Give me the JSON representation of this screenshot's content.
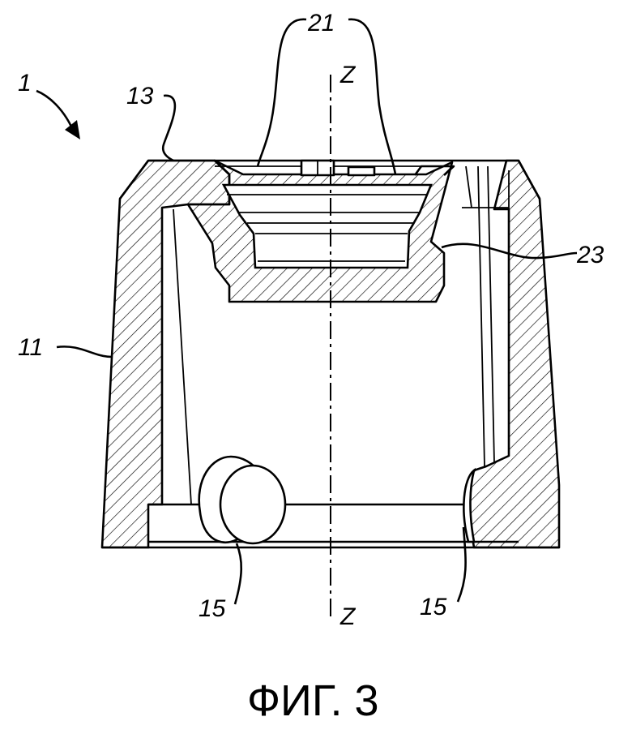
{
  "figure": {
    "caption": "ФИГ. 3"
  },
  "labels": {
    "assembly": "1",
    "body": "11",
    "top_face": "13",
    "lug_left": "15",
    "lug_right": "15",
    "nozzle": "21",
    "insert": "23",
    "axis_top": "Z",
    "axis_bottom": "Z"
  }
}
